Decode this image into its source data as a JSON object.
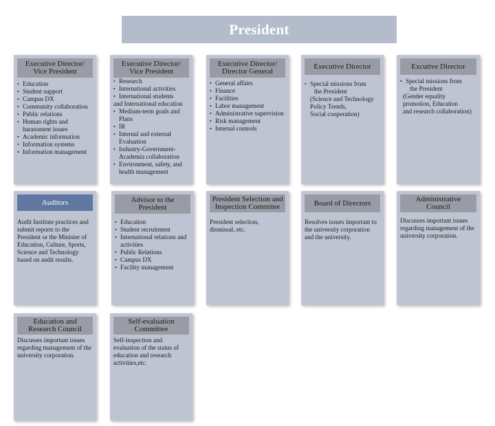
{
  "president": "President",
  "row1": [
    {
      "title": [
        "Executive Director/",
        "Vice President"
      ],
      "items": [
        "Education",
        "Student support",
        "Campus DX",
        "Community collaboration",
        "Public relations",
        "Human rights and harassment issues",
        "Academic information",
        "Information systems",
        "Information management"
      ]
    },
    {
      "title": [
        "Executive Director/",
        "Vice President"
      ],
      "items": [
        "Research",
        "International activities",
        "International students",
        "and International education",
        "Medium-term goals and Plans",
        "IR",
        "Internal and external Evaluation",
        "Industry-Government-Academia collaboration",
        "Environment, safety, and health management"
      ]
    },
    {
      "title": [
        "Executive Director/",
        "Director General"
      ],
      "items": [
        "General affairs",
        "Finance",
        "Facilities",
        "Labor management",
        "Administrative supervision",
        "Risk management",
        "Internal controls"
      ]
    },
    {
      "title": [
        "Executive Director"
      ],
      "items": [
        "Special  missions from",
        "the President",
        "(Science and Technology",
        "Policy Trends,",
        "Social cooperation)"
      ]
    },
    {
      "title": [
        "Excutive Director"
      ],
      "items": [
        "Special  missions from",
        "the President",
        "(Gender equality",
        "promotion, Education",
        "and research collaboration)"
      ]
    }
  ],
  "row2": [
    {
      "title": [
        "Auditors"
      ],
      "text": "Audit Institute practices and submit reports to the President or the Minister of Education, Culture, Sports, Science and Technology based on audit results."
    },
    {
      "title": [
        "Advisor to the",
        "President"
      ],
      "items": [
        "Education",
        "Student recruitment",
        "International relations and activities",
        "Public Relations",
        "Campus DX",
        "Facility management"
      ]
    },
    {
      "title": [
        "President Selection and",
        "Inspection Commitee"
      ],
      "text": "President selection, dismissal, etc."
    },
    {
      "title": [
        "Board of Directors"
      ],
      "text": "Resolves issues important to the university corporation and the university."
    },
    {
      "title": [
        "Administrative",
        "Council"
      ],
      "text": "Discusses important issues regarding management of the university corporation."
    }
  ],
  "row3": [
    {
      "title": [
        "Education and",
        "Research Council"
      ],
      "text": "Discusses important issues regarding management of the university corporation."
    },
    {
      "title": [
        "Self-evaluation",
        "Committee"
      ],
      "text": "Self-inspection and evaluation of the status of education and research activities,etc."
    }
  ]
}
